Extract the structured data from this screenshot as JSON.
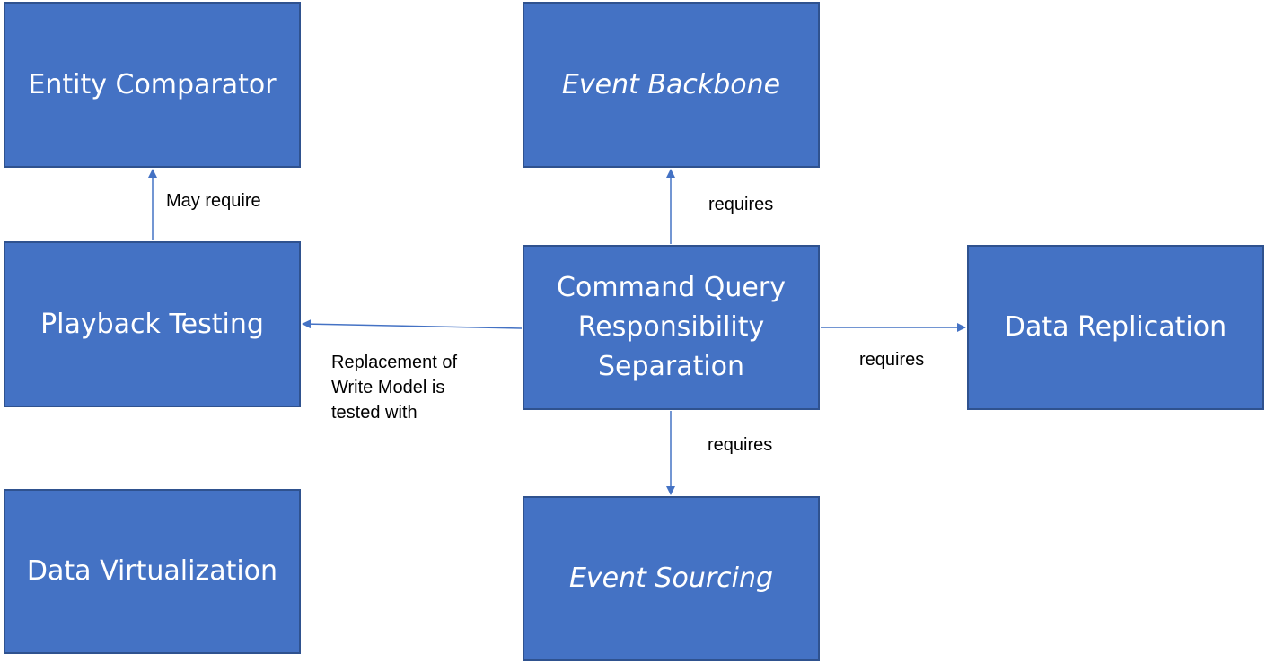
{
  "boxes": {
    "entity_comparator": "Entity Comparator",
    "event_backbone": "Event Backbone",
    "playback_testing": "Playback Testing",
    "cqrs": [
      "Command Query",
      "Responsibility",
      "Separation"
    ],
    "data_replication": "Data Replication",
    "data_virtualization": "Data Virtualization",
    "event_sourcing": "Event Sourcing"
  },
  "edges": {
    "may_require": "May require",
    "requires_backbone": "requires",
    "requires_replication": "requires",
    "requires_sourcing": "requires",
    "replacement": [
      "Replacement of",
      "Write Model is",
      "tested with"
    ]
  },
  "colors": {
    "box_fill": "#4472c4",
    "box_border": "#2f528f",
    "connector": "#4472c4"
  }
}
